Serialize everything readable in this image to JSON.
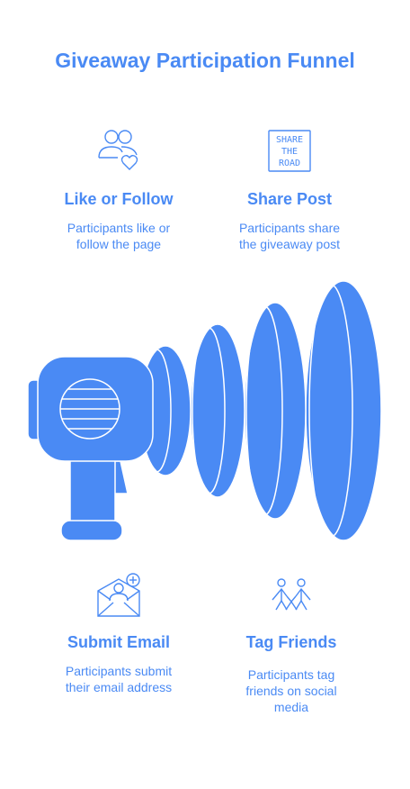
{
  "title": "Giveaway Participation Funnel",
  "colors": {
    "accent": "#4a8af4",
    "background": "#ffffff"
  },
  "steps": [
    {
      "title": "Like or Follow",
      "line1": "Participants like or",
      "line2": "follow the page",
      "line3": "",
      "icon": "users-heart-icon"
    },
    {
      "title": "Share Post",
      "line1": "Participants share",
      "line2": "the giveaway post",
      "line3": "",
      "icon": "share-sign-icon",
      "sign_lines": [
        "SHARE",
        "THE",
        "ROAD"
      ]
    },
    {
      "title": "Submit Email",
      "line1": "Participants submit",
      "line2": "their email address",
      "line3": "",
      "icon": "envelope-add-user-icon"
    },
    {
      "title": "Tag Friends",
      "line1": "Participants tag",
      "line2": "friends on social",
      "line3": "media",
      "icon": "people-group-icon"
    }
  ]
}
